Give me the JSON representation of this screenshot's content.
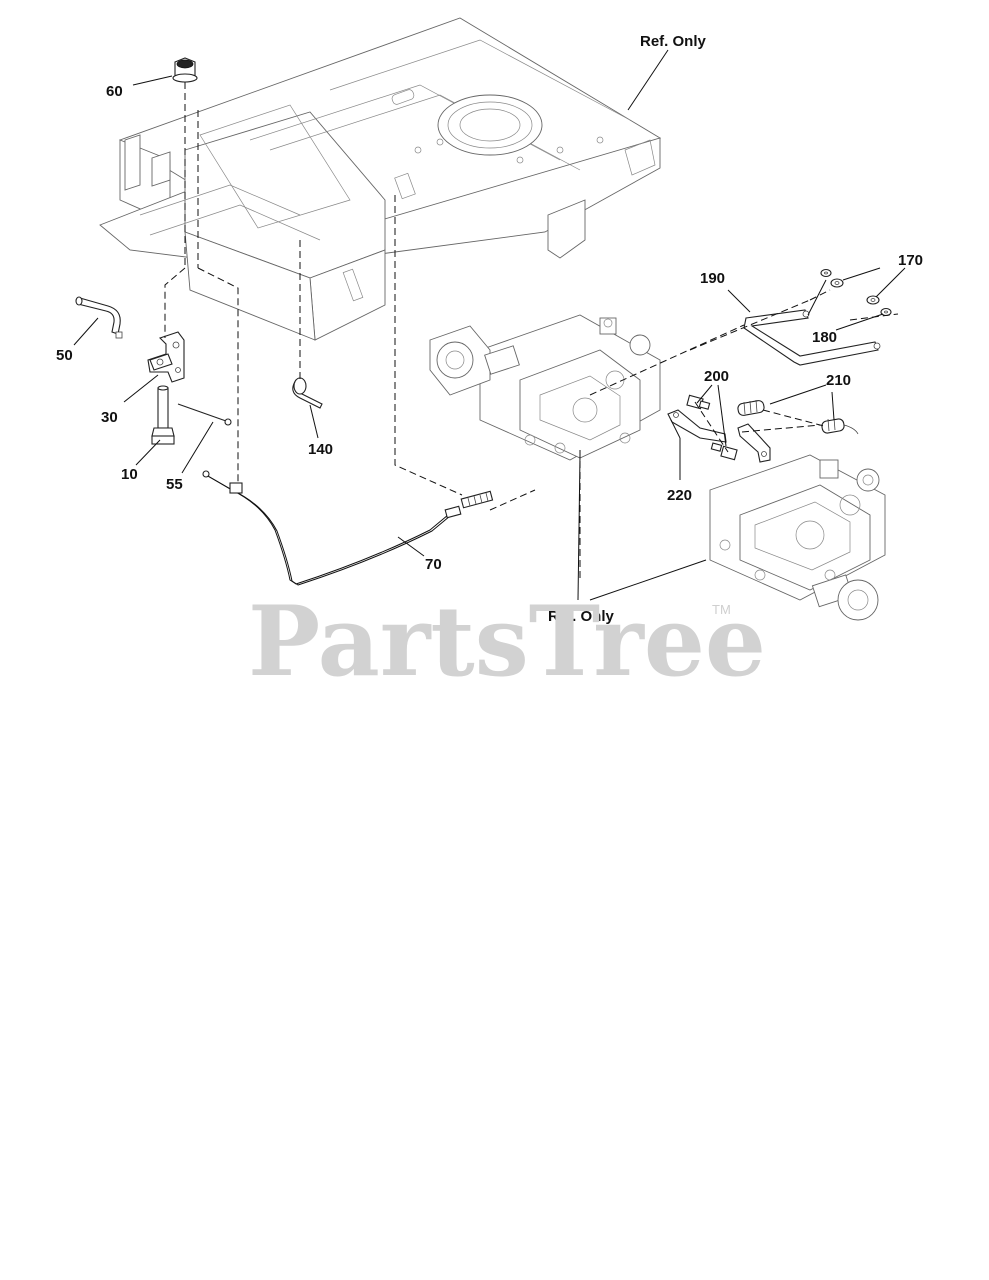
{
  "callouts": {
    "ref_only_frame": "Ref. Only",
    "ref_only_transaxles": "Ref. Only",
    "p60": "60",
    "p50": "50",
    "p30": "30",
    "p10": "10",
    "p55": "55",
    "p140": "140",
    "p70": "70",
    "p190": "190",
    "p170": "170",
    "p180": "180",
    "p200": "200",
    "p210": "210",
    "p220": "220"
  },
  "watermark": {
    "text": "PartsTree",
    "trademark": "TM"
  }
}
